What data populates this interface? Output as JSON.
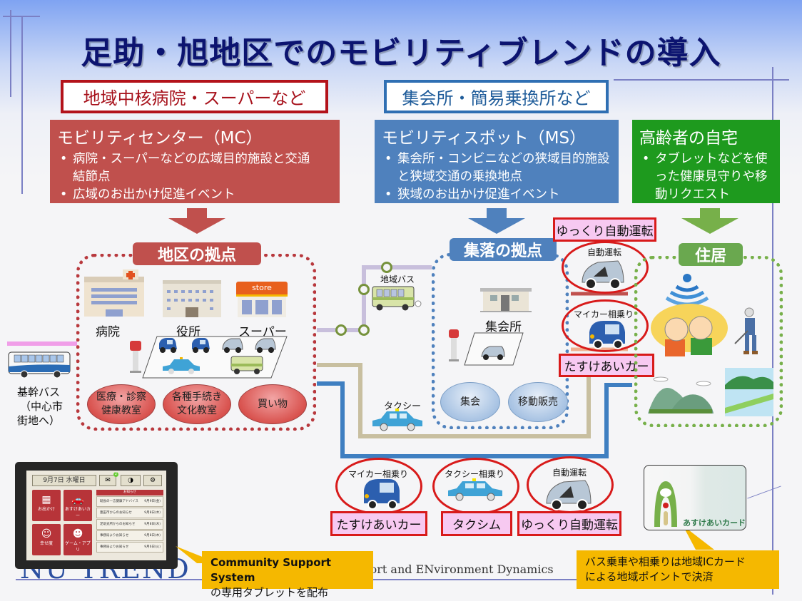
{
  "title": "足助・旭地区でのモビリティブレンドの導入",
  "top_labels": {
    "left": "地域中核病院・スーパーなど",
    "center": "集会所・簡易乗換所など"
  },
  "mobility_center": {
    "heading": "モビリティセンター（MC）",
    "bullets": [
      "病院・スーパーなどの広域目的施設と交通結節点",
      "広域のお出かけ促進イベント"
    ]
  },
  "mobility_spot": {
    "heading": "モビリティスポット（MS）",
    "bullets": [
      "集会所・コンビニなどの狭域目的施設と狭域交通の乗換地点",
      "狭域のお出かけ促進イベント"
    ]
  },
  "elderly_home": {
    "heading": "高齢者の自宅",
    "bullets": [
      "タブレットなどを使った健康見守りや移動リクエスト"
    ]
  },
  "district_hub": {
    "label": "地区の拠点",
    "facilities": [
      "病院",
      "役所",
      "スーパー"
    ],
    "store_sign": "store",
    "activities": [
      {
        "line1": "医療・診察",
        "line2": "健康教室"
      },
      {
        "line1": "各種手続き",
        "line2": "文化教室"
      },
      {
        "line1": "買い物",
        "line2": ""
      }
    ]
  },
  "trunk_bus": {
    "line1": "基幹バス",
    "line2": "（中心市",
    "line3": "街地へ）"
  },
  "community_bus": "地域バス",
  "taxi": "タクシー",
  "village_hub": {
    "label": "集落の拠点",
    "facility": "集会所",
    "activities": [
      "集会",
      "移動販売"
    ]
  },
  "residence": {
    "label": "住居"
  },
  "side_services": [
    {
      "caption": "自動運転",
      "name": "ゆっくり自動運転"
    },
    {
      "caption": "マイカー相乗り",
      "name": "たすけあいカー"
    }
  ],
  "bottom_services": [
    {
      "caption": "マイカー相乗り",
      "name": "たすけあいカー"
    },
    {
      "caption": "タクシー相乗り",
      "name": "タクシム"
    },
    {
      "caption": "自動運転",
      "name": "ゆっくり自動運転"
    }
  ],
  "tablet": {
    "date": "9月7日 水曜日",
    "mail_badge": "2",
    "tiles": [
      "お出かけ",
      "あすけあいカー",
      "幸せ度",
      "ゲーム・アプリ"
    ],
    "notices_header": "お知らせ",
    "notices": [
      {
        "text": "既長の一言健康アドバイス",
        "date": "9月9日(金)"
      },
      {
        "text": "豊田市からのお知らせ",
        "date": "9月8日(木)"
      },
      {
        "text": "足助支所からのお知らせ",
        "date": "9月8日(木)"
      },
      {
        "text": "事務局よりお知らせ",
        "date": "9月8日(木)"
      },
      {
        "text": "事務局よりお知らせ",
        "date": "9月6日(火)"
      }
    ]
  },
  "card": {
    "label": "あすけあいカード"
  },
  "callouts": {
    "tablet": {
      "line1": "Community Support System",
      "line2": "の専用タブレットを配布"
    },
    "card": {
      "line1": "バス乗車や相乗りは地域ICカード",
      "line2": "による地域ポイントで決済"
    }
  },
  "footer": {
    "logo": "NU TREND",
    "text": "Transport and ENvironment Dynamics"
  },
  "colors": {
    "title": "#0c1470",
    "mc_red": "#c0504d",
    "ms_blue": "#4f81bd",
    "home_green": "#1e9a1e",
    "callout_yellow": "#f5b800",
    "service_pink": "#f7c9f1",
    "ring_red": "#d81a1a"
  }
}
